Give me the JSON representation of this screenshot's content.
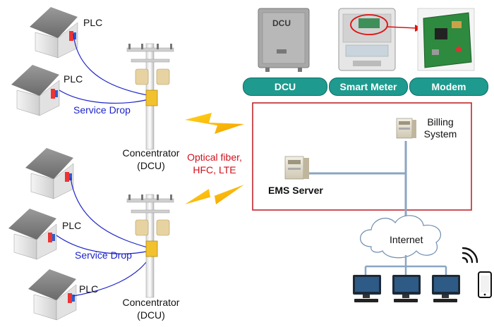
{
  "houses": [
    {
      "label": "PLC"
    },
    {
      "label": "PLC"
    },
    {
      "label": ""
    },
    {
      "label": "PLC"
    },
    {
      "label": "PLC"
    }
  ],
  "service_drop": [
    "Service Drop",
    "Service Drop"
  ],
  "concentrators": [
    {
      "line1": "Concentrator",
      "line2": "(DCU)"
    },
    {
      "line1": "Concentrator",
      "line2": "(DCU)"
    }
  ],
  "link": {
    "line1": "Optical fiber,",
    "line2": "HFC, LTE"
  },
  "devices": {
    "dcu_box_text": "DCU",
    "labels": [
      "DCU",
      "Smart Meter",
      "Modem"
    ]
  },
  "server_room": {
    "ems": "EMS  Server",
    "billing_line1": "Billing",
    "billing_line2": "System"
  },
  "internet": "Internet",
  "colors": {
    "teal": "#1f9a8e",
    "drop_line": "#1d24c9",
    "red": "#d0101a",
    "box_border": "#c0262d",
    "cable": "#8aa6c2"
  }
}
